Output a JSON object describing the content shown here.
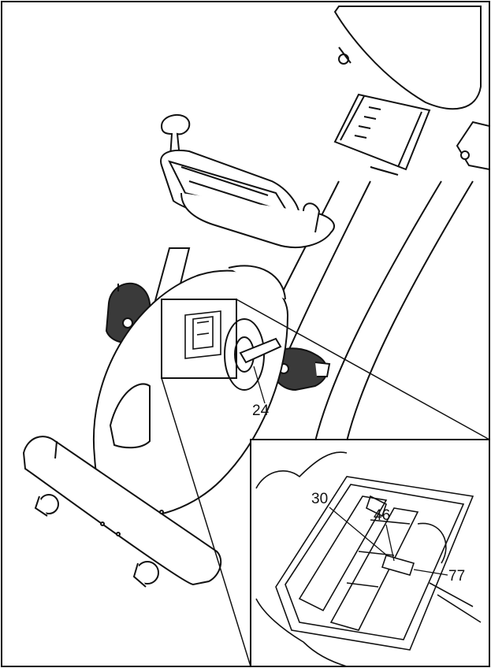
{
  "callouts": {
    "part_24": "24",
    "part_30": "30",
    "part_46": "46",
    "part_77": "77"
  },
  "colors": {
    "line": "#111111",
    "pad": "#3a3a3a",
    "background": "#ffffff"
  }
}
